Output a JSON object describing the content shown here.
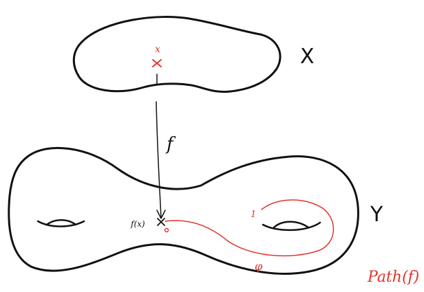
{
  "colors": {
    "ink": "#111111",
    "accent": "#e0352b"
  },
  "labels": {
    "space_x": "X",
    "space_y": "Y",
    "point_x": "x",
    "map_f": "f",
    "image_point": "f(x)",
    "path_param": "φ",
    "endpoint_one": "1",
    "path_space": "Path(f)"
  }
}
